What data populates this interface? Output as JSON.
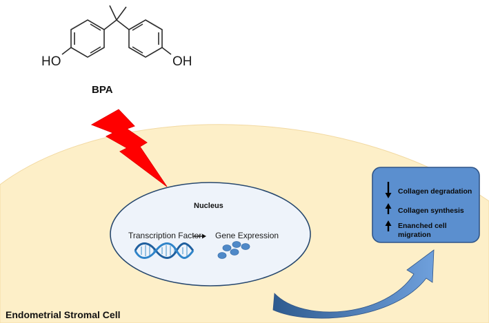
{
  "molecule": {
    "name": "BPA",
    "left_group": "HO",
    "right_group": "OH"
  },
  "cell": {
    "label": "Endometrial Stromal Cell",
    "fill_color": "#fdefc8"
  },
  "nucleus": {
    "title": "Nucleus",
    "transcription_factor": "Transcription Factor",
    "gene_expression": "Gene Expression",
    "fill_color": "#eef3fa",
    "border_color": "#26476e"
  },
  "effects": {
    "box_color": "#5b8fcf",
    "border_color": "#2f5487",
    "items": [
      {
        "direction": "down",
        "text": "Collagen degradation"
      },
      {
        "direction": "up",
        "text": "Collagen synthesis"
      },
      {
        "direction": "up",
        "text": "Enanched cell",
        "text_line2": "migration"
      }
    ]
  },
  "lightning_color": "#ff0000"
}
